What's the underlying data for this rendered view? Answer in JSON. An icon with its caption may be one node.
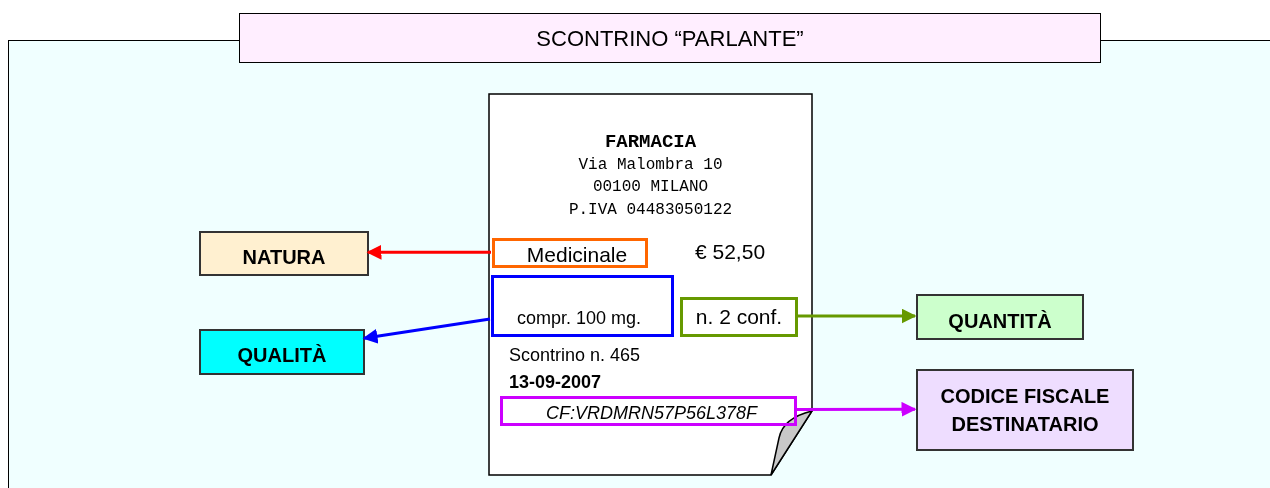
{
  "diagram": {
    "nodes": [
      {
        "text": [
          "SCONTRINO “PARLANTE”"
        ]
      },
      {
        "text": [
          "FARMACIA",
          "Via Malombra 10",
          "00100 MILANO",
          "P.IVA 04483050122",
          "€ 52,50",
          "Scontrino n. 465",
          "13-09-2007"
        ],
        "in": 0
      },
      {
        "text": [
          "Medicinale"
        ],
        "in": 1
      },
      {
        "text": [
          "compr. 100 mg."
        ],
        "in": 1
      },
      {
        "text": [
          "n. 2 conf."
        ],
        "in": 1
      },
      {
        "text": [
          "CF:VRDMRN57P56L378F"
        ],
        "in": 1
      },
      {
        "text": [
          "NATURA"
        ],
        "in": 0
      },
      {
        "text": [
          "QUALITÀ"
        ],
        "in": 0
      },
      {
        "text": [
          "QUANTITÀ"
        ],
        "in": 0
      },
      {
        "text": [
          "CODICE FISCALE DESTINATARIO"
        ],
        "in": 0
      }
    ],
    "edges": [
      {
        "from": 2,
        "to": 6,
        "arrow": "to",
        "color": "#ff0000"
      },
      {
        "from": 3,
        "to": 7,
        "arrow": "to",
        "color": "#0000ff"
      },
      {
        "from": 4,
        "to": 8,
        "arrow": "to",
        "color": "#669900"
      },
      {
        "from": 5,
        "to": 9,
        "arrow": "to",
        "color": "#cc00ff"
      }
    ]
  }
}
